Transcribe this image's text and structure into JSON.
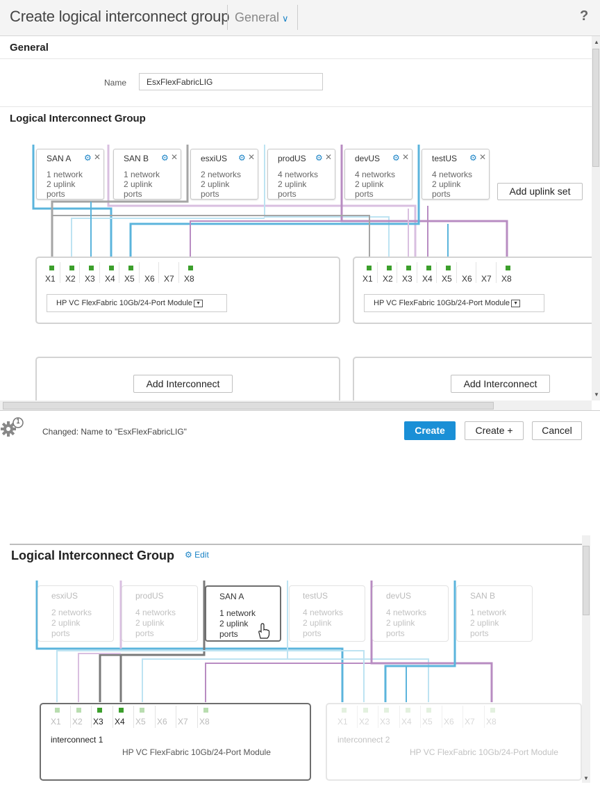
{
  "header": {
    "title": "Create logical interconnect group",
    "section_menu": "General",
    "help": "?"
  },
  "general": {
    "heading": "General",
    "name_label": "Name",
    "name_value": "EsxFlexFabricLIG"
  },
  "lig": {
    "heading": "Logical Interconnect Group",
    "uplink_sets": [
      {
        "name": "SAN A",
        "line1": "1 network",
        "line2": "2 uplink",
        "line3": "ports"
      },
      {
        "name": "SAN B",
        "line1": "1 network",
        "line2": "2 uplink",
        "line3": "ports"
      },
      {
        "name": "esxiUS",
        "line1": "2 networks",
        "line2": "2 uplink",
        "line3": "ports"
      },
      {
        "name": "prodUS",
        "line1": "4 networks",
        "line2": "2 uplink",
        "line3": "ports"
      },
      {
        "name": "devUS",
        "line1": "4 networks",
        "line2": "2 uplink",
        "line3": "ports"
      },
      {
        "name": "testUS",
        "line1": "4 networks",
        "line2": "2 uplink",
        "line3": "ports"
      }
    ],
    "add_uplink_set": "Add uplink set",
    "ports": [
      "X1",
      "X2",
      "X3",
      "X4",
      "X5",
      "X6",
      "X7",
      "X8"
    ],
    "modules": [
      {
        "type": "HP VC FlexFabric 10Gb/24-Port Module"
      },
      {
        "type": "HP VC FlexFabric 10Gb/24-Port Module"
      }
    ],
    "add_interconnect": "Add Interconnect"
  },
  "footer": {
    "badge": "1",
    "status": "Changed: Name to \"EsxFlexFabricLIG\"",
    "create": "Create",
    "create_plus": "Create +",
    "cancel": "Cancel"
  },
  "view": {
    "heading": "Logical Interconnect Group",
    "edit": "Edit",
    "uplink_sets": [
      {
        "name": "esxiUS",
        "line1": "2 networks",
        "line2": "2 uplink",
        "line3": "ports",
        "active": false
      },
      {
        "name": "prodUS",
        "line1": "4 networks",
        "line2": "2 uplink",
        "line3": "ports",
        "active": false
      },
      {
        "name": "SAN A",
        "line1": "1 network",
        "line2": "2 uplink",
        "line3": "ports",
        "active": true
      },
      {
        "name": "testUS",
        "line1": "4 networks",
        "line2": "2 uplink",
        "line3": "ports",
        "active": false
      },
      {
        "name": "devUS",
        "line1": "4 networks",
        "line2": "2 uplink",
        "line3": "ports",
        "active": false
      },
      {
        "name": "SAN B",
        "line1": "1 network",
        "line2": "2 uplink",
        "line3": "ports",
        "active": false
      }
    ],
    "interconnects": [
      {
        "name": "interconnect 1",
        "type": "HP VC FlexFabric 10Gb/24-Port Module"
      },
      {
        "name": "interconnect 2",
        "type": "HP VC FlexFabric 10Gb/24-Port Module"
      }
    ]
  },
  "colors": {
    "accent": "#1a8fd6",
    "san": "#5bb4dc",
    "lightblue": "#bde3f2",
    "purple": "#b88cc2",
    "lilac": "#d9bfe0",
    "gray": "#a5a5a5",
    "port_green": "#3c9f2c"
  }
}
